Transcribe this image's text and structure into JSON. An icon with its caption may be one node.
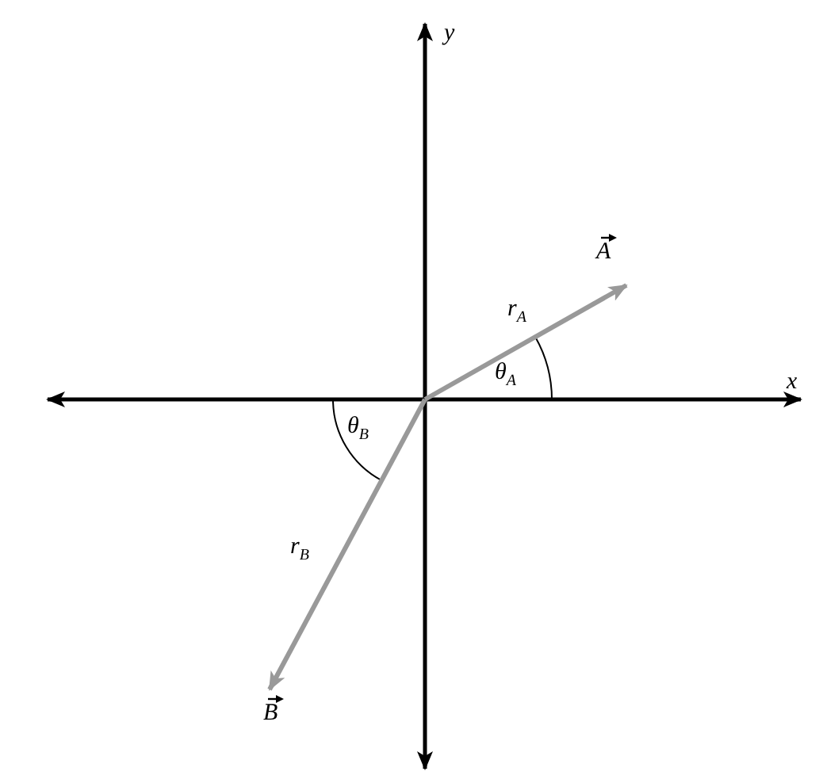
{
  "diagram": {
    "labels": [
      "y",
      "A⃗",
      "r$_{A}$",
      "θ$_{A}$",
      "x",
      "θ$_{B}$",
      "r$_{B}$",
      "B⃗"
    ]
  }
}
